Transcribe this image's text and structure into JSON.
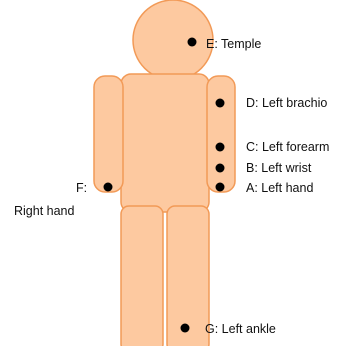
{
  "colors": {
    "body_fill": "#fdc9a0",
    "body_stroke": "#f29a57",
    "marker": "#000000"
  },
  "markers": [
    {
      "id": "E",
      "label": "E: Temple"
    },
    {
      "id": "D",
      "label": "D: Left brachio"
    },
    {
      "id": "C",
      "label": "C: Left forearm"
    },
    {
      "id": "B",
      "label": "B: Left wrist"
    },
    {
      "id": "A",
      "label": "A: Left hand"
    },
    {
      "id": "F",
      "label_line1": "F:",
      "label_line2": "Right hand"
    },
    {
      "id": "G",
      "label": "G: Left ankle"
    }
  ]
}
